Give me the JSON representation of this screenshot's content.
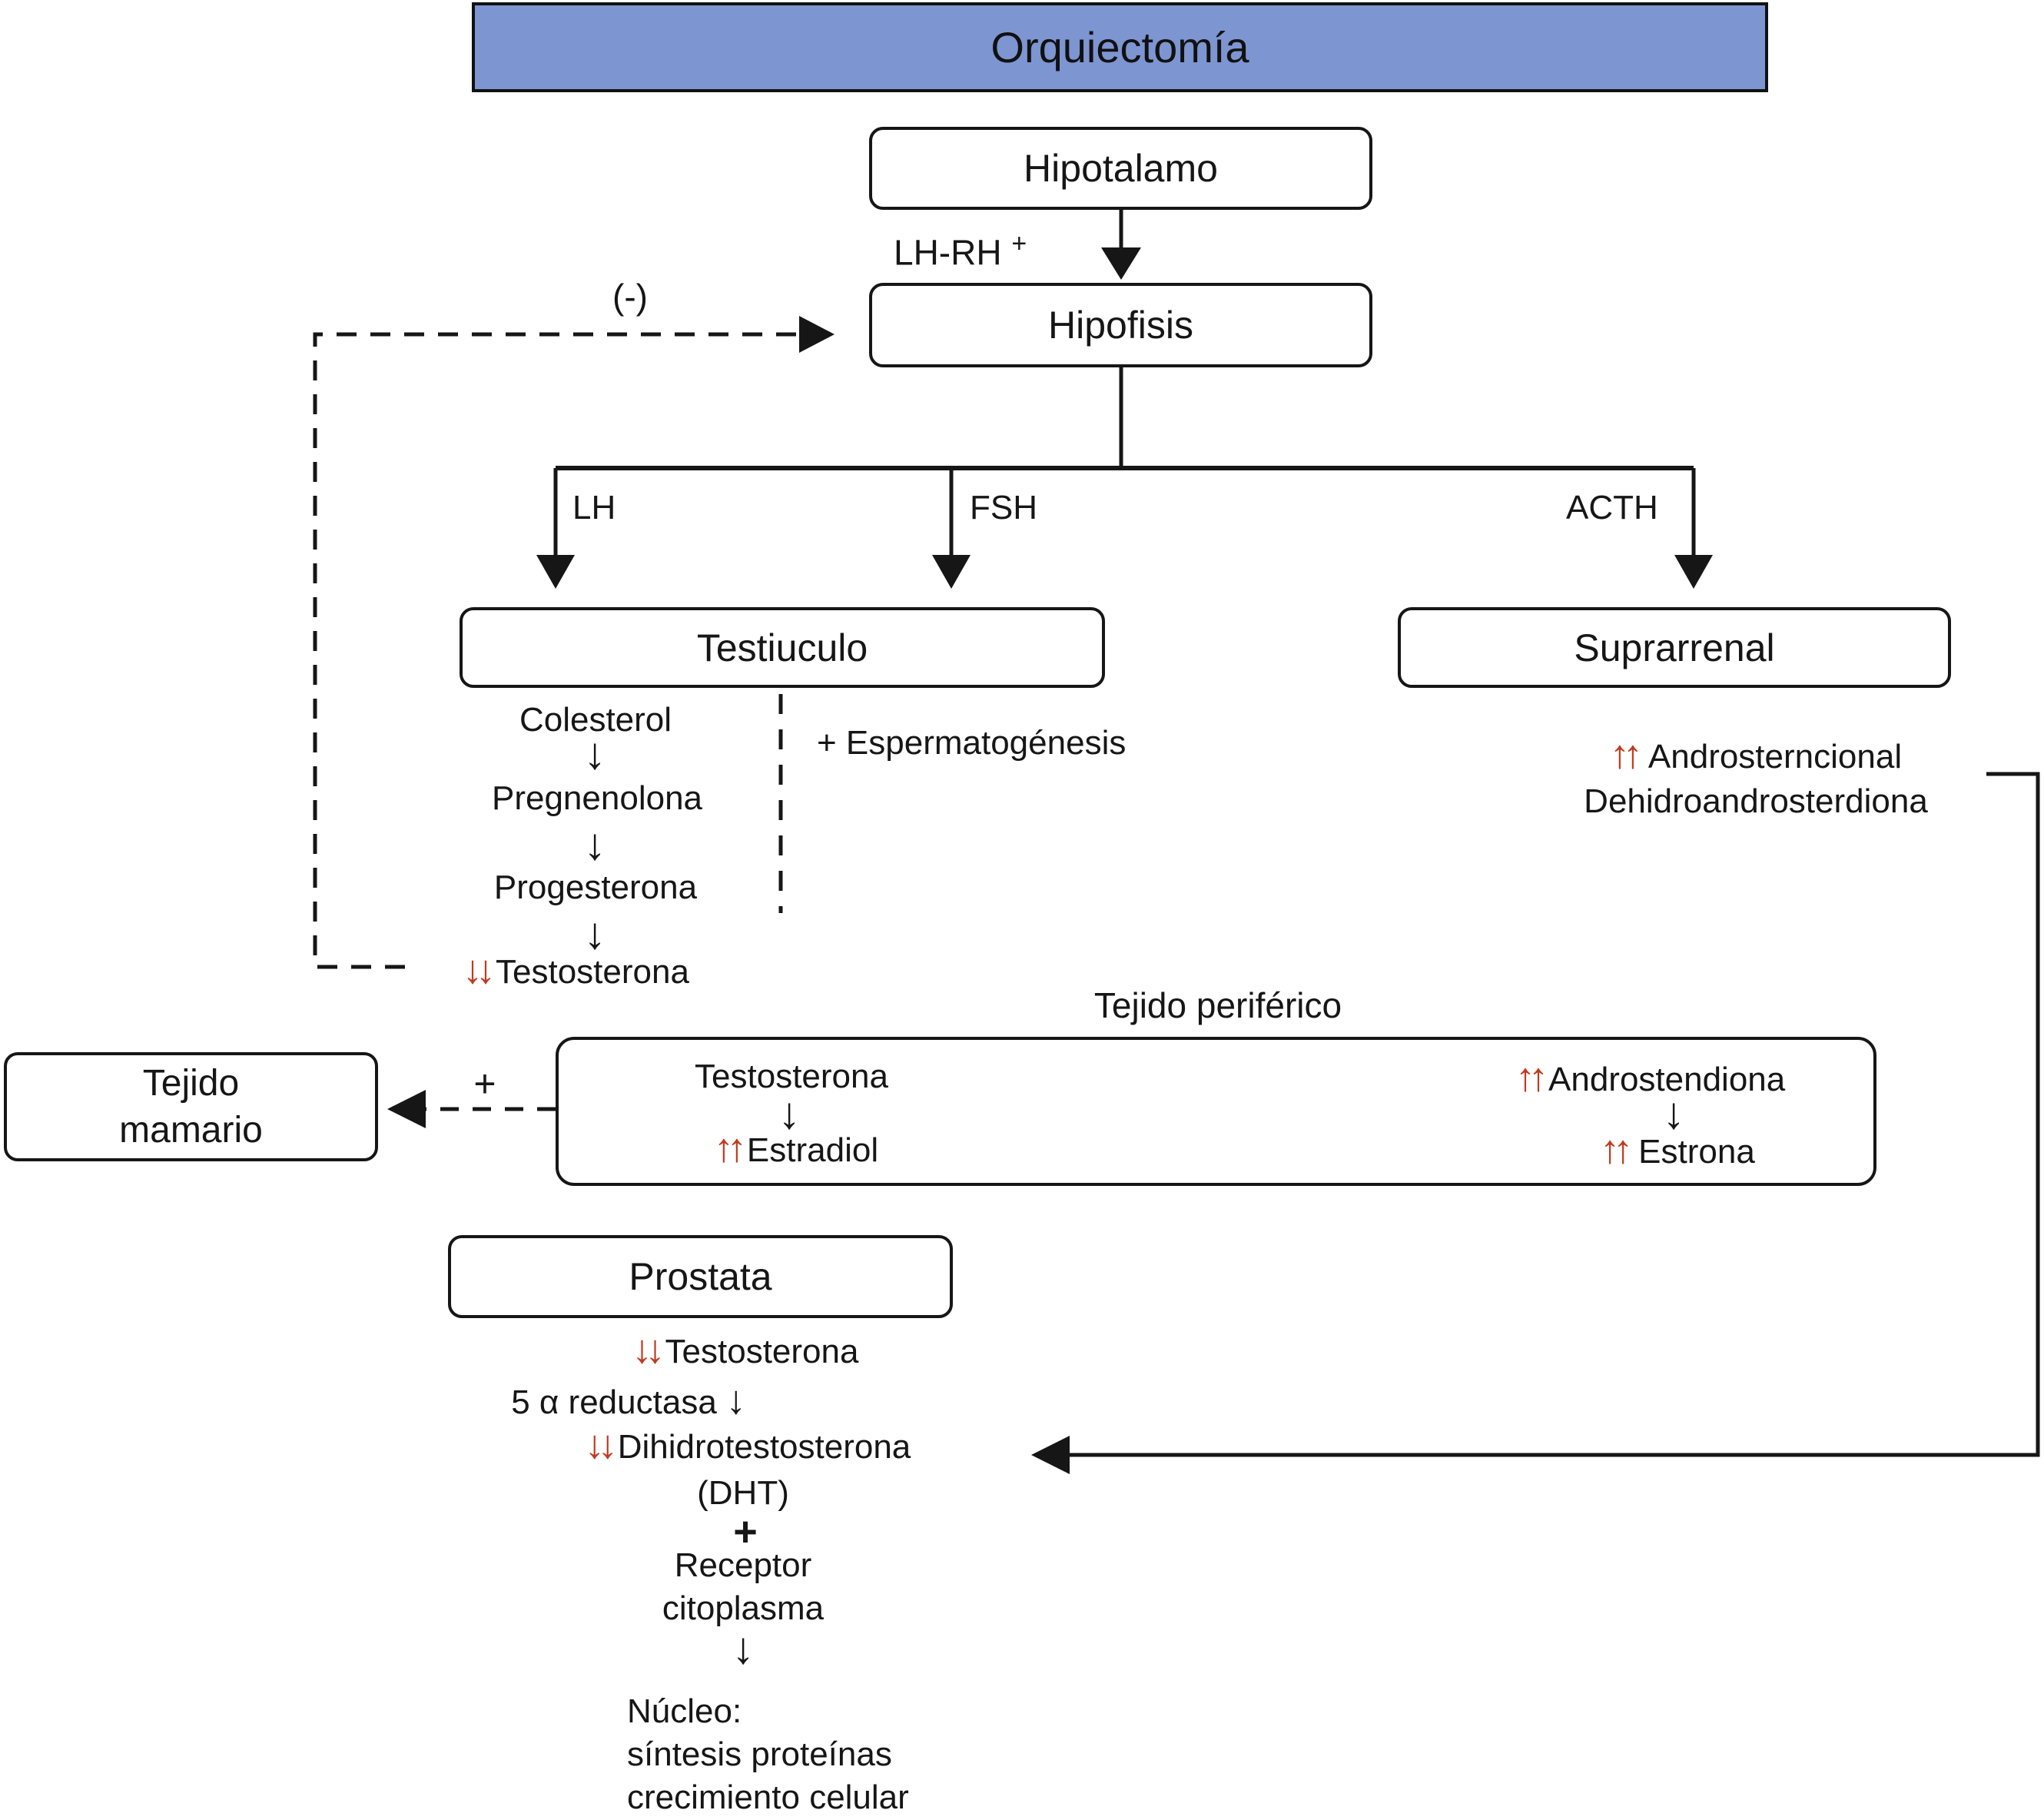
{
  "title": "Orquiectomía",
  "colors": {
    "header_bg": "#7d95d1",
    "arrow_red": "#c13a1f",
    "ink": "#161616"
  },
  "boxes": {
    "hipotalamo": "Hipotalamo",
    "hipofisis": "Hipofisis",
    "testiculo": "Testiuculo",
    "suprarrenal": "Suprarrenal",
    "tejido_mamario_line1": "Tejido",
    "tejido_mamario_line2": "mamario",
    "prostata": "Prostata",
    "tejido_periferico_title": "Tejido periférico"
  },
  "labels": {
    "lh_rh": "LH-RH",
    "lh_rh_sup": "+",
    "negative_feedback": "(-)",
    "lh": "LH",
    "fsh": "FSH",
    "acth": "ACTH",
    "espermatogenesis": "+ Espermatogénesis",
    "mamario_plus": "+",
    "down_arrow": "↓",
    "double_down": "↓↓",
    "double_up": "↑↑"
  },
  "testiculo_pathway": {
    "step1": "Colesterol",
    "step2": "Pregnenolona",
    "step3": "Progesterona",
    "step4_arrows": "↓↓",
    "step4": "Testosterona"
  },
  "suprarrenal_output": {
    "arrows": "↑↑",
    "line1": "Androsterncional",
    "line2": "Dehidroandrosterdiona"
  },
  "periferico": {
    "testosterona": "Testosterona",
    "androstendiona_arrows": "↑↑",
    "androstendiona": "Androstendiona",
    "estradiol_arrows": "↑↑",
    "estradiol": "Estradiol",
    "estrona_arrows": "↑↑",
    "estrona": "Estrona"
  },
  "prostata_pathway": {
    "t_arrows": "↓↓",
    "testosterona": "Testosterona",
    "reductasa": "5 α reductasa",
    "reductasa_arrow": "↓",
    "dht_arrows": "↓↓",
    "dht": "Dihidrotestosterona",
    "dht_abbr": "(DHT)",
    "plus": "+",
    "receptor": "Receptor",
    "citoplasma": "citoplasma",
    "nucleo": "Núcleo:",
    "sintesis": "síntesis proteínas",
    "crecimiento": "crecimiento celular"
  }
}
